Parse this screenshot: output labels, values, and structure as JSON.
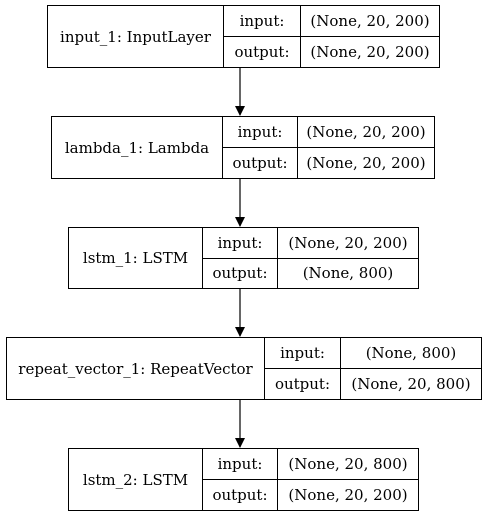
{
  "diagram": {
    "nodes": [
      {
        "name": "input_1: InputLayer",
        "input_label": "input:",
        "output_label": "output:",
        "input_shape": "(None, 20, 200)",
        "output_shape": "(None, 20, 200)"
      },
      {
        "name": "lambda_1: Lambda",
        "input_label": "input:",
        "output_label": "output:",
        "input_shape": "(None, 20, 200)",
        "output_shape": "(None, 20, 200)"
      },
      {
        "name": "lstm_1: LSTM",
        "input_label": "input:",
        "output_label": "output:",
        "input_shape": "(None, 20, 200)",
        "output_shape": "(None, 800)"
      },
      {
        "name": "repeat_vector_1: RepeatVector",
        "input_label": "input:",
        "output_label": "output:",
        "input_shape": "(None, 800)",
        "output_shape": "(None, 20, 800)"
      },
      {
        "name": "lstm_2: LSTM",
        "input_label": "input:",
        "output_label": "output:",
        "input_shape": "(None, 20, 800)",
        "output_shape": "(None, 20, 200)"
      }
    ]
  }
}
